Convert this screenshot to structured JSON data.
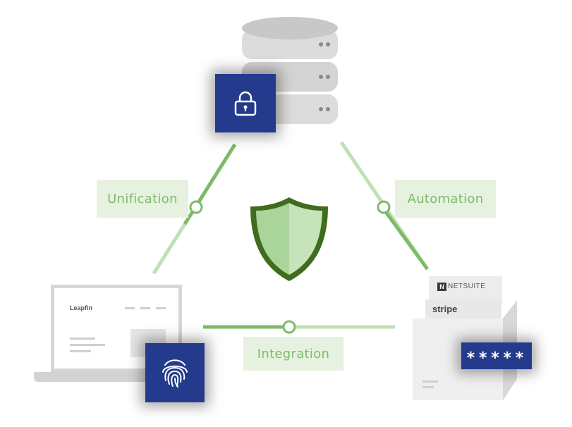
{
  "diagram": {
    "edges": {
      "unification": "Unification",
      "automation": "Automation",
      "integration": "Integration"
    },
    "laptop_brand": "Leapfin",
    "box": {
      "card_back": "NETSUITE",
      "card_front": "stripe",
      "password_mask": "*****"
    },
    "icons": {
      "database": "database-icon",
      "lock": "lock-icon",
      "shield": "shield-icon",
      "laptop": "laptop-icon",
      "fingerprint": "fingerprint-icon",
      "box": "box-icon"
    },
    "colors": {
      "accent_green": "#7dbb6a",
      "shield_green": "#a9d49a",
      "shield_dark": "#3f6c1d",
      "tile_blue": "#243a8c",
      "label_bg": "#e6f2df"
    }
  }
}
